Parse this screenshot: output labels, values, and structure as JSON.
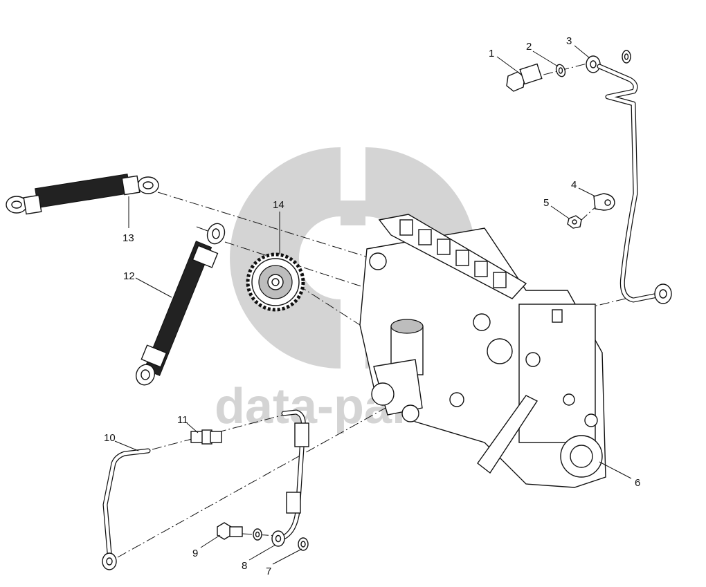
{
  "watermark": {
    "text": "data-parts",
    "color": "#d4d4d4"
  },
  "callouts": [
    "1",
    "2",
    "3",
    "4",
    "5",
    "6",
    "7",
    "8",
    "9",
    "10",
    "11",
    "12",
    "13",
    "14"
  ]
}
